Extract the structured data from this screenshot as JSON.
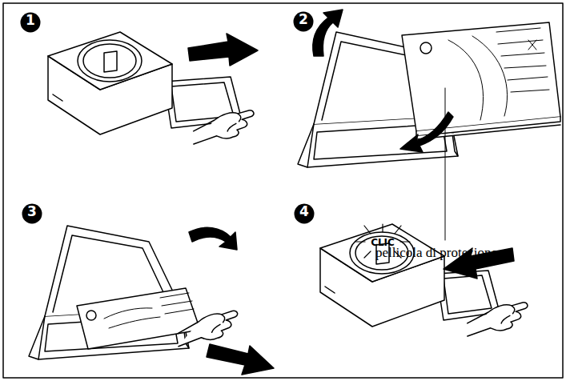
{
  "diagram": {
    "nodes": [
      {
        "text": [
          "1"
        ]
      },
      {
        "text": [
          "2"
        ]
      },
      {
        "text": [
          "3"
        ]
      },
      {
        "text": [
          "4"
        ]
      }
    ],
    "labels": [
      "pellicola di protezione",
      "CLIC"
    ]
  }
}
